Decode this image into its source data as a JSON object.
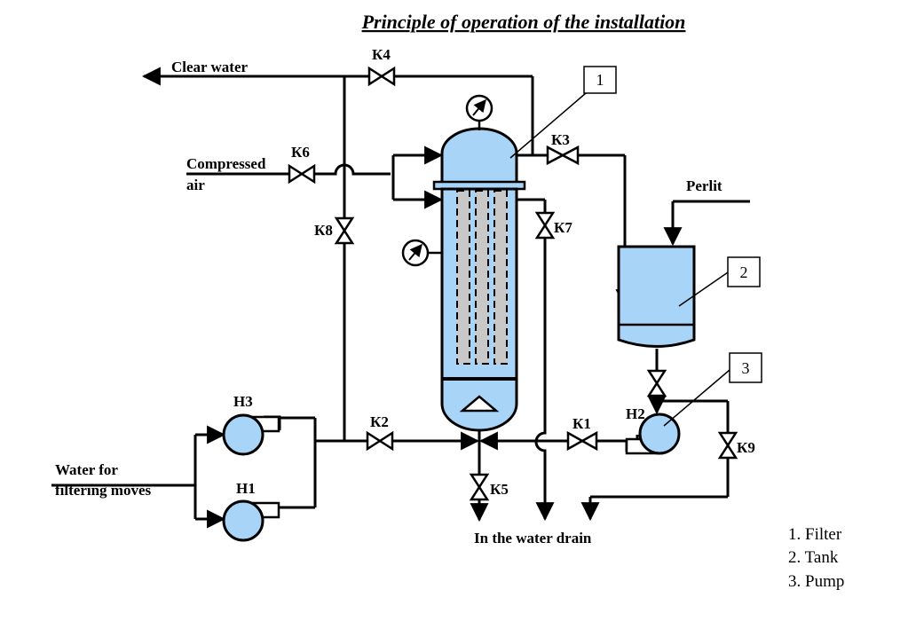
{
  "title": "Principle of operation of the installation",
  "colors": {
    "vessel_fill": "#a8d4f7",
    "line": "#000000"
  },
  "labels": {
    "clear_water": "Clear water",
    "compressed": "Compressed",
    "air": "air",
    "perlit": "Perlit",
    "water_for": "Water for",
    "filtering_moves": "filtering moves",
    "drain": "In the water drain"
  },
  "valves": {
    "k1": "К1",
    "k2": "К2",
    "k3": "К3",
    "k4": "К4",
    "k5": "К5",
    "k6": "К6",
    "k7": "К7",
    "k8": "К8",
    "k9": "К9"
  },
  "pumps": {
    "h1": "Н1",
    "h2": "Н2",
    "h3": "Н3"
  },
  "callouts": [
    "1",
    "2",
    "3"
  ],
  "legend": [
    "1. Filter",
    "2. Tank",
    "3. Pump"
  ]
}
